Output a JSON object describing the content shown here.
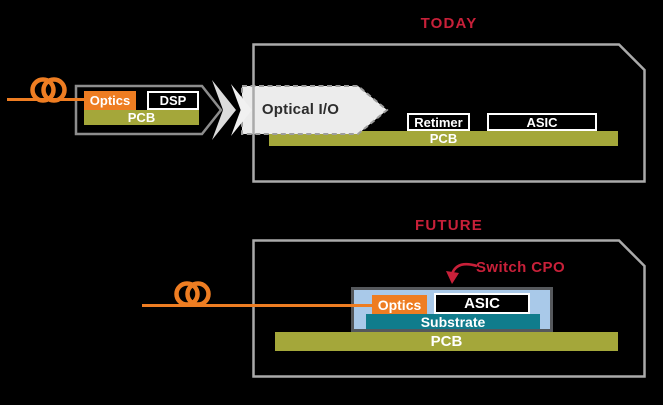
{
  "colors": {
    "background": "#000000",
    "accent_red": "#c82039",
    "fiber_orange": "#ee7d22",
    "pcb_olive": "#a4a73a",
    "substrate_teal": "#107c8c",
    "package_blue": "#a9c9e9",
    "package_border_gray": "#55585c",
    "panel_border_gray": "#aaaaaa",
    "module_border_gray": "#8d8d8d",
    "chip_black": "#000000",
    "optical_io_fill": "#ececec"
  },
  "today": {
    "title": "TODAY",
    "module": {
      "optics_label": "Optics",
      "dsp_label": "DSP",
      "pcb_label": "PCB"
    },
    "optical_io_label": "Optical I/O",
    "retimer_label": "Retimer",
    "asic_label": "ASIC",
    "pcb_label": "PCB"
  },
  "future": {
    "title": "FUTURE",
    "callout_label": "Switch CPO",
    "package": {
      "optics_label": "Optics",
      "asic_label": "ASIC",
      "substrate_label": "Substrate"
    },
    "pcb_label": "PCB"
  },
  "icons": {
    "fiber_coil": "fiber-coil-icon",
    "plug_chevron": "chevron-right-icon",
    "callout_arrow": "curved-arrow-icon"
  }
}
